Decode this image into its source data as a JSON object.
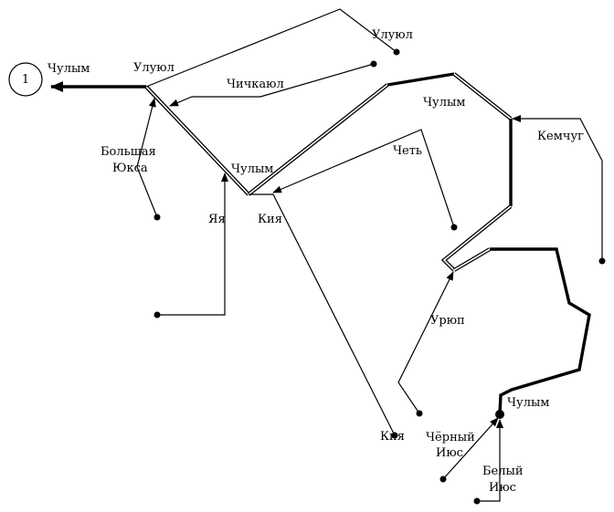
{
  "station": {
    "number": "1"
  },
  "rivers": {
    "chulym_mouth": "Чулым",
    "uluyul_lower": "Улуюл",
    "uluyul_upper": "Улуюл",
    "chichkayul": "Чичкаюл",
    "chulym_upper_bend": "Чулым",
    "bolshaya_yuksa_1": "Большая",
    "bolshaya_yuksa_2": "Юкса",
    "chulym_mid": "Чулым",
    "chet": "Четь",
    "kemchug": "Кемчуг",
    "yaya": "Яя",
    "kiya_mouth": "Кия",
    "kiya_source": "Кия",
    "uryup": "Урюп",
    "chulym_source": "Чулым",
    "cherny_iyus_1": "Чёрный",
    "cherny_iyus_2": "Июс",
    "bely_iyus_1": "Белый",
    "bely_iyus_2": "Июс"
  }
}
